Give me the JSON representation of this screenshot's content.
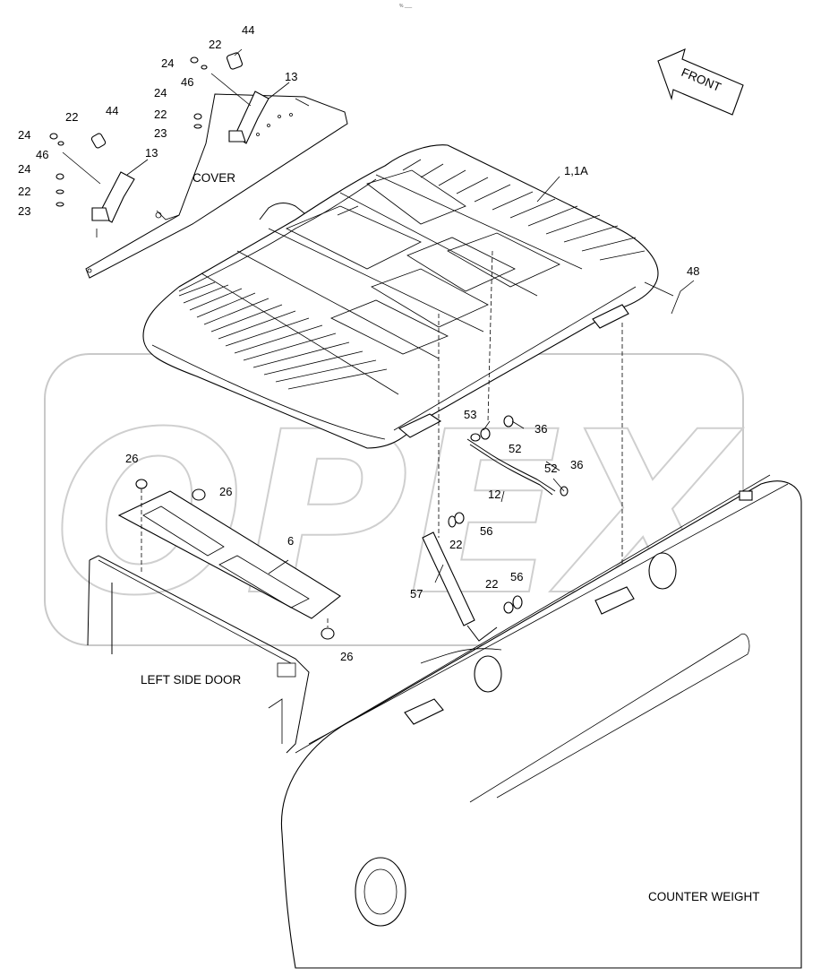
{
  "header_mark": "% ___",
  "captions": {
    "cover": "COVER",
    "left_side_door": "LEFT SIDE DOOR",
    "counter_weight": "COUNTER WEIGHT",
    "front": "FRONT"
  },
  "watermark": "OPEX",
  "callouts": {
    "c44a": "44",
    "c22a": "22",
    "c24a": "24",
    "c46a": "46",
    "c13a": "13",
    "c24b": "24",
    "c22b": "22",
    "c23a": "23",
    "c44b": "44",
    "c22c": "22",
    "c24c": "24",
    "c46b": "46",
    "c13b": "13",
    "c24d": "24",
    "c22d": "22",
    "c23b": "23",
    "c11a": "1,1A",
    "c48": "48",
    "c53": "53",
    "c36a": "36",
    "c52a": "52",
    "c52b": "52",
    "c36b": "36",
    "c12": "12",
    "c22e": "22",
    "c56a": "56",
    "c57": "57",
    "c22f": "22",
    "c56b": "56",
    "c26a": "26",
    "c26b": "26",
    "c6": "6",
    "c26c": "26"
  }
}
